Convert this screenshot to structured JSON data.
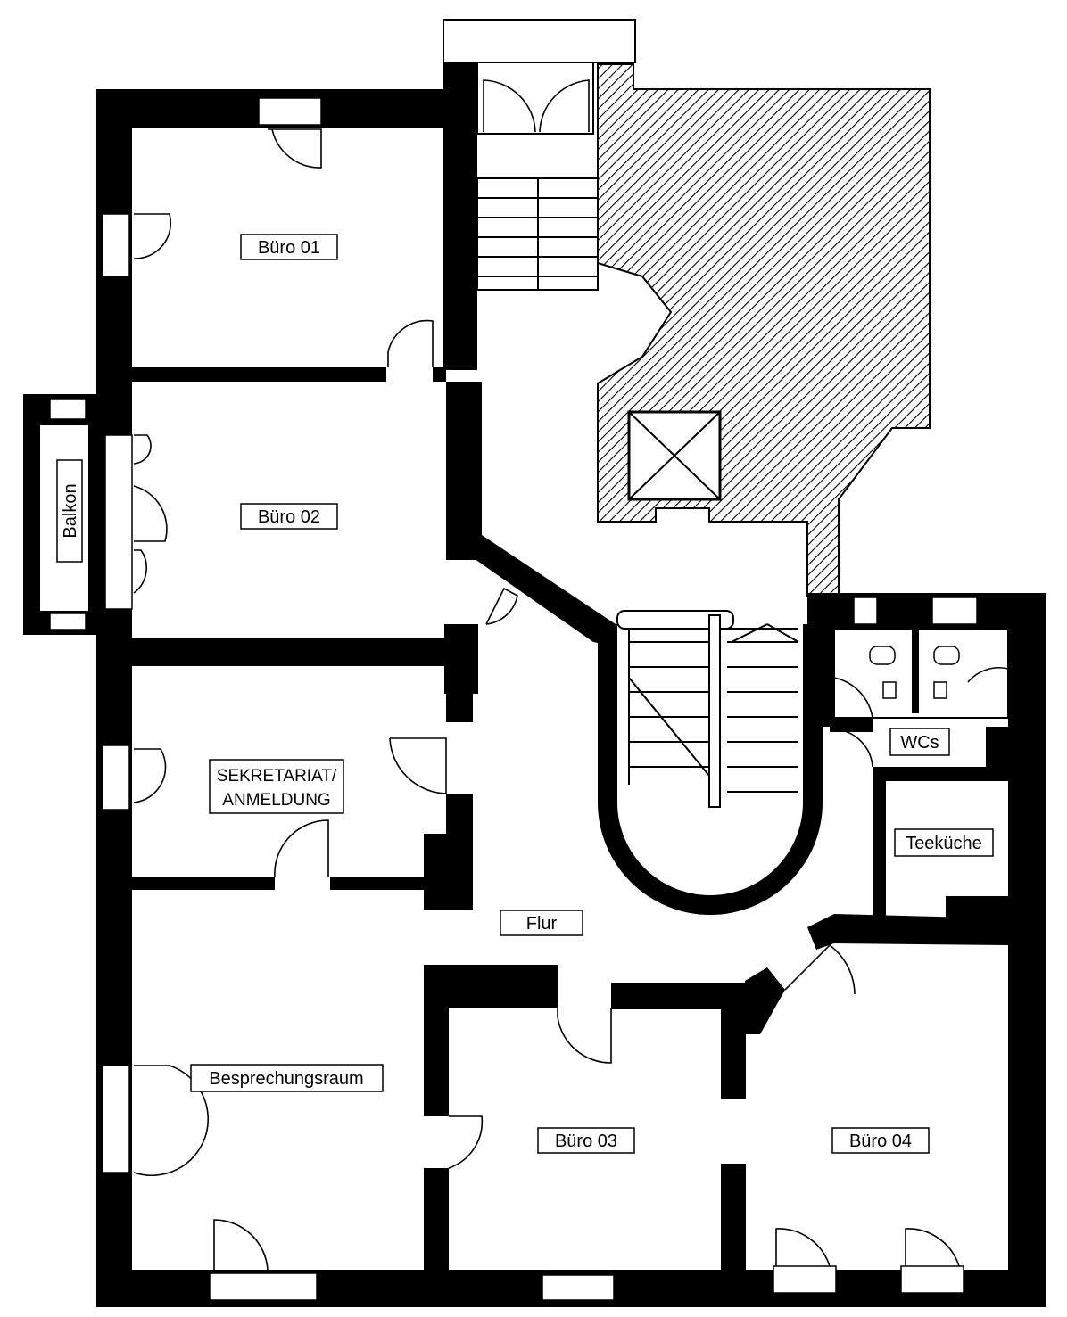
{
  "plan": {
    "rooms": {
      "buero01": "Büro 01",
      "buero02": "Büro 02",
      "balkon": "Balkon",
      "sekretariat_line1": "SEKRETARIAT/",
      "sekretariat_line2": "ANMELDUNG",
      "besprechung": "Besprechungsraum",
      "flur": "Flur",
      "buero03": "Büro 03",
      "buero04": "Büro 04",
      "wcs": "WCs",
      "teekueche": "Teeküche"
    },
    "colors": {
      "wall": "#000000",
      "background": "#ffffff",
      "hatch": "#000000"
    }
  }
}
